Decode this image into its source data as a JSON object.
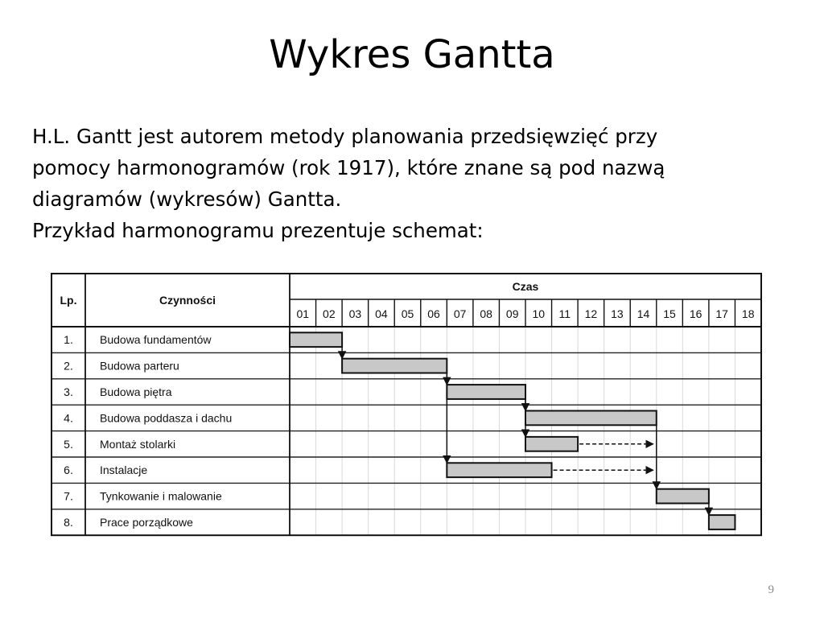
{
  "slide": {
    "title": "Wykres Gantta",
    "paragraph_lines": [
      "H.L. Gantt jest autorem metody planowania przedsięwzięć przy",
      "pomocy harmonogramów (rok 1917), które znane są pod nazwą",
      "diagramów (wykresów) Gantta.",
      "Przykład harmonogramu prezentuje schemat:"
    ],
    "page_number": "9"
  },
  "gantt": {
    "header_lp": "Lp.",
    "header_activities": "Czynności",
    "header_time": "Czas",
    "periods": [
      "01",
      "02",
      "03",
      "04",
      "05",
      "06",
      "07",
      "08",
      "09",
      "10",
      "11",
      "12",
      "13",
      "14",
      "15",
      "16",
      "17",
      "18"
    ],
    "tasks": [
      {
        "lp": "1.",
        "name": "Budowa fundamentów",
        "start": 1,
        "end": 2
      },
      {
        "lp": "2.",
        "name": "Budowa parteru",
        "start": 3,
        "end": 6
      },
      {
        "lp": "3.",
        "name": "Budowa piętra",
        "start": 7,
        "end": 9
      },
      {
        "lp": "4.",
        "name": "Budowa poddasza i dachu",
        "start": 10,
        "end": 14
      },
      {
        "lp": "5.",
        "name": "Montaż stolarki",
        "start": 10,
        "end": 11
      },
      {
        "lp": "6.",
        "name": "Instalacje",
        "start": 7,
        "end": 10
      },
      {
        "lp": "7.",
        "name": "Tynkowanie i malowanie",
        "start": 15,
        "end": 16
      },
      {
        "lp": "8.",
        "name": "Prace porządkowe",
        "start": 17,
        "end": 17
      }
    ],
    "dependencies": [
      {
        "from": 1,
        "to": 2
      },
      {
        "from": 2,
        "to": 3
      },
      {
        "from": 2,
        "to": 6
      },
      {
        "from": 3,
        "to": 4
      },
      {
        "from": 3,
        "to": 5
      },
      {
        "from": 4,
        "to": 7
      },
      {
        "from": 7,
        "to": 8
      }
    ],
    "float_arrows": [
      {
        "task": 5,
        "until": 14
      },
      {
        "task": 6,
        "until": 14
      }
    ],
    "colors": {
      "bar_fill": "#c8c8c8",
      "line": "#111111",
      "grid": "#d9d9d9"
    }
  }
}
